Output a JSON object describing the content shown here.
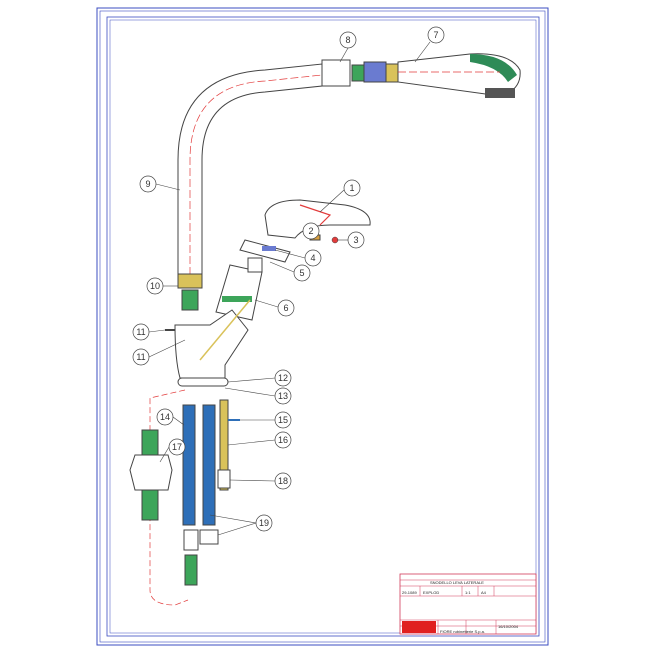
{
  "callouts": [
    "1",
    "2",
    "3",
    "4",
    "5",
    "6",
    "7",
    "8",
    "9",
    "10",
    "11",
    "11",
    "12",
    "13",
    "14",
    "15",
    "16",
    "17",
    "18",
    "19"
  ],
  "title_block": {
    "description": "SNODELLO LEVA LATERALE",
    "code": "29-1089",
    "type": "EXPLOD",
    "scale": "1:1",
    "format": "A4",
    "date": "16/10/2004",
    "company": "FIORE rubinetterie S.p.a."
  },
  "colors": {
    "frame": "#3b4cc0",
    "leader": "#e23b3b",
    "hose": "#2e6fb8",
    "mesh": "#3da55a",
    "brass": "#d9c25a",
    "titleblock": "#d23a5a"
  }
}
